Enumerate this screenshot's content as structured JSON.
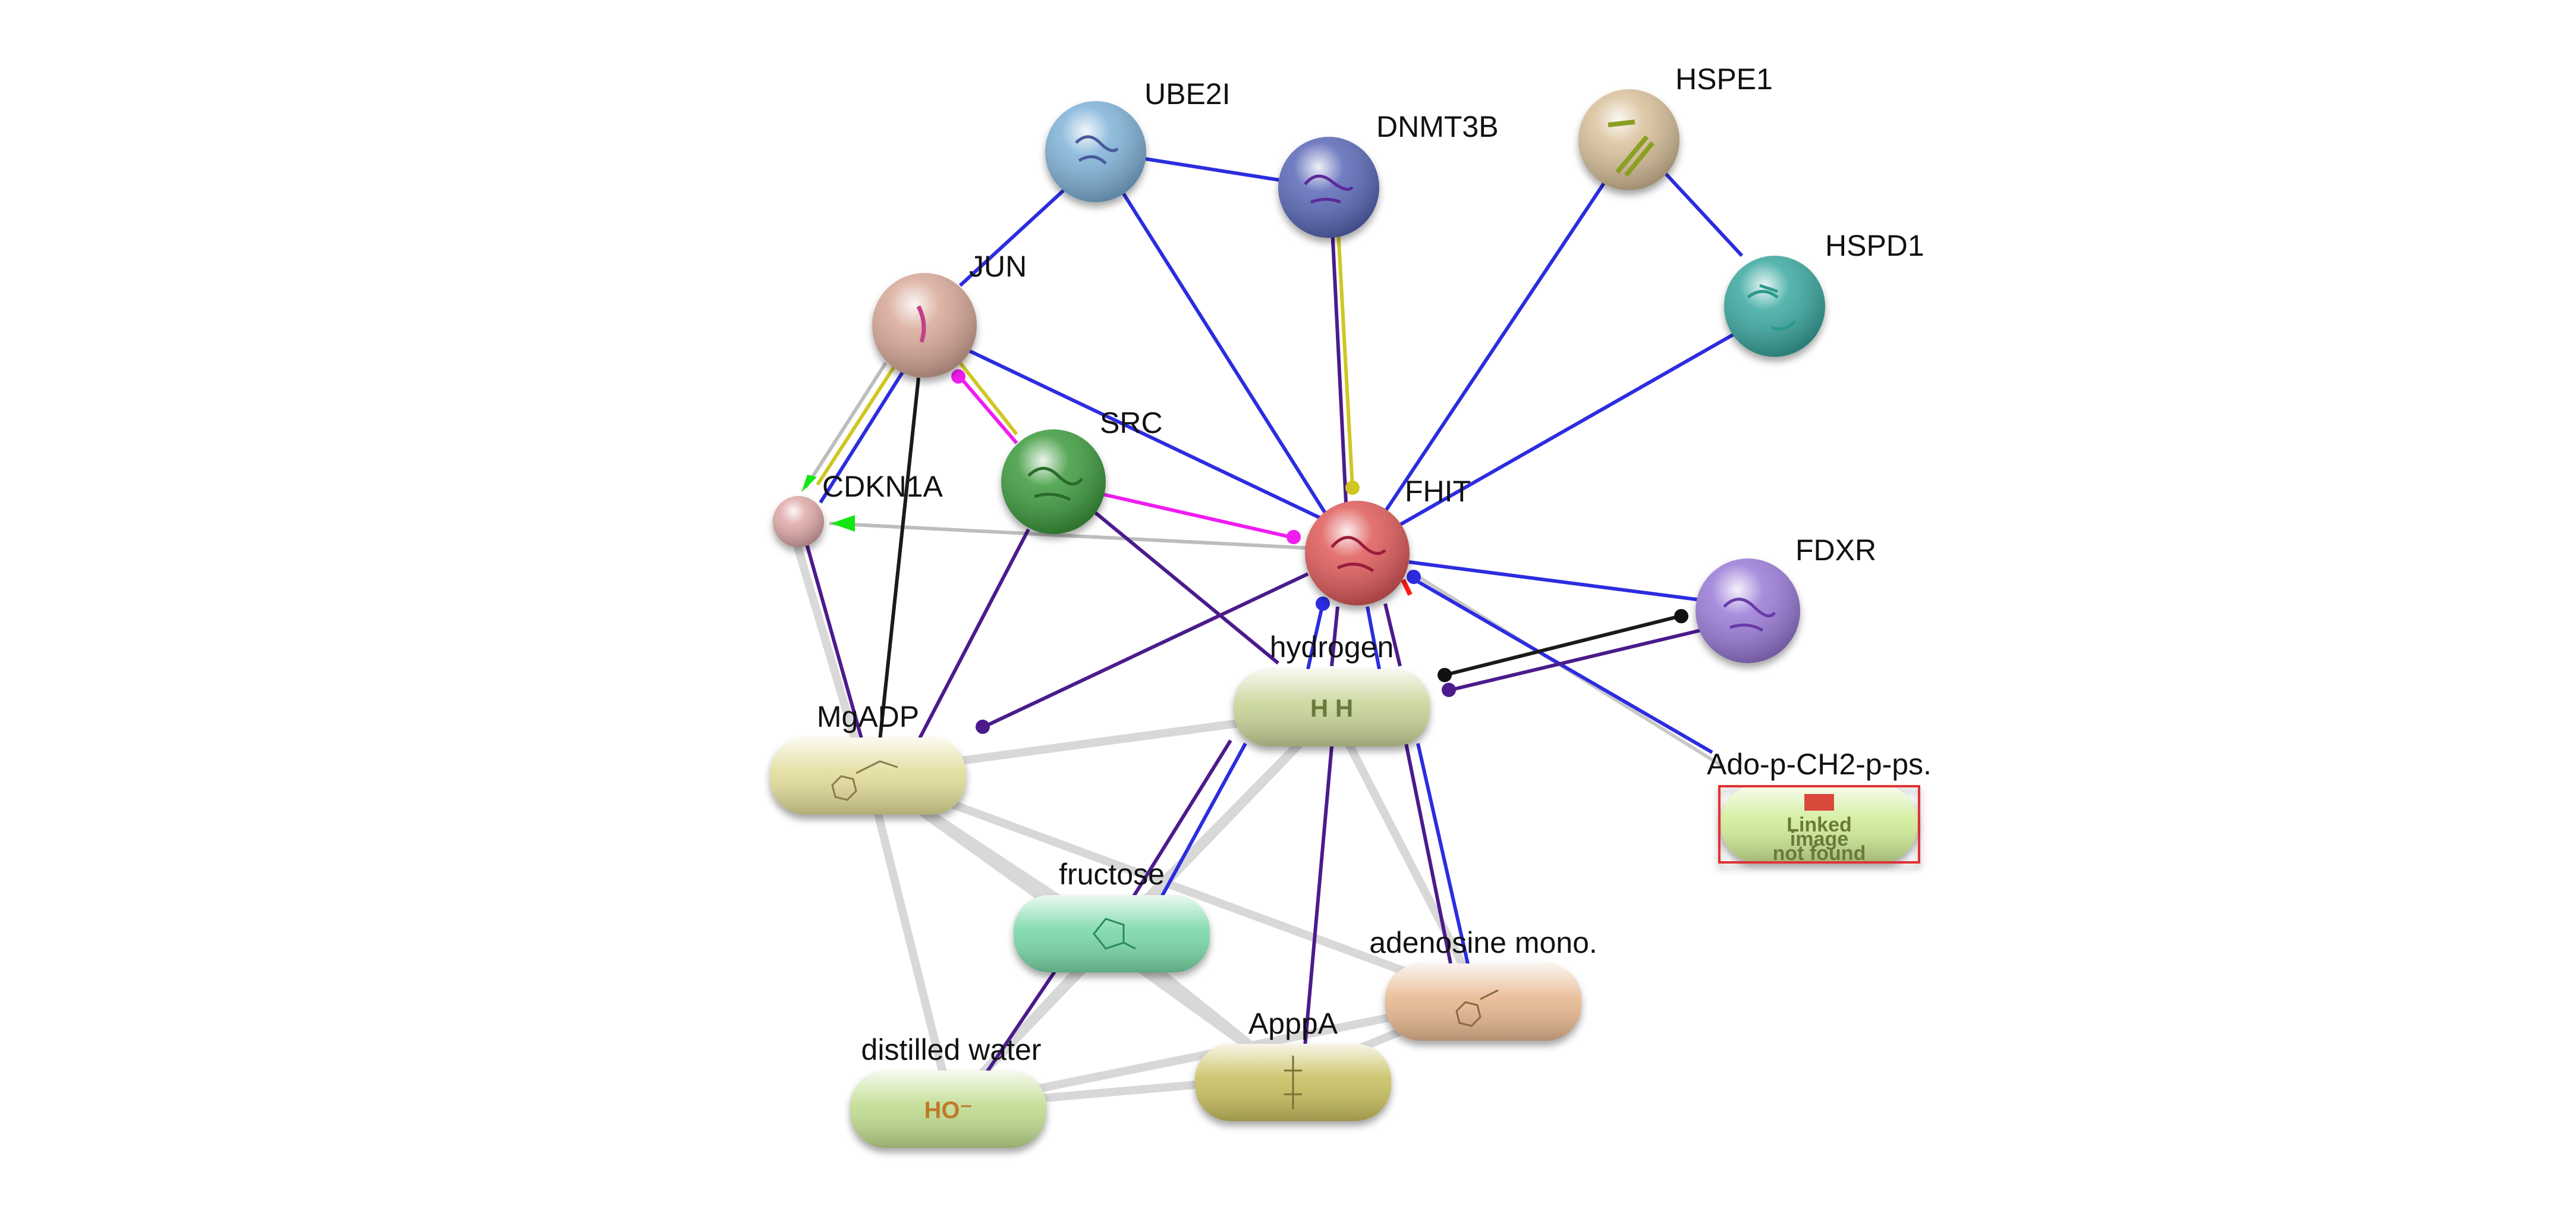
{
  "nodes": {
    "ube2i": {
      "label": "UBE2I",
      "color": "#7fb2d8"
    },
    "dnmt3b": {
      "label": "DNMT3B",
      "color": "#5a68b8"
    },
    "hspe1": {
      "label": "HSPE1",
      "color": "#d9c09a"
    },
    "hspd1": {
      "label": "HSPD1",
      "color": "#3aa8a0"
    },
    "jun": {
      "label": "JUN",
      "color": "#d8a898"
    },
    "src": {
      "label": "SRC",
      "color": "#3d9a3d"
    },
    "cdkn1a": {
      "label": "CDKN1A",
      "color": "#e0a8a8"
    },
    "fhit": {
      "label": "FHIT",
      "color": "#e05a5a"
    },
    "fdxr": {
      "label": "FDXR",
      "color": "#9a7ad8"
    },
    "hydrogen": {
      "label": "hydrogen",
      "color": "#c8d498",
      "glyph": "H H"
    },
    "mgadp": {
      "label": "MgADP",
      "color": "#e2dc9a"
    },
    "ado": {
      "label": "Ado-p-CH2-p-ps.",
      "color": "#d0ec98",
      "missing_text": [
        "Linked",
        "image",
        "not found"
      ]
    },
    "fructose": {
      "label": "fructose",
      "color": "#7ad8a8"
    },
    "adenosine": {
      "label": "adenosine mono.",
      "color": "#e8b890"
    },
    "apppa": {
      "label": "ApppA",
      "color": "#c8c060"
    },
    "water": {
      "label": "distilled water",
      "color": "#c0dc90",
      "glyph": "HO⁻"
    }
  },
  "edge_colors": {
    "binding": "#2424e6",
    "textmining": "#4b1b8c",
    "coexpression": "#c8c41e",
    "activation": "#14e614",
    "inhibition": "#ff1a1a",
    "catalysis": "#ff1aff",
    "reaction": "#111111",
    "chemical": "#c8c8c8"
  }
}
